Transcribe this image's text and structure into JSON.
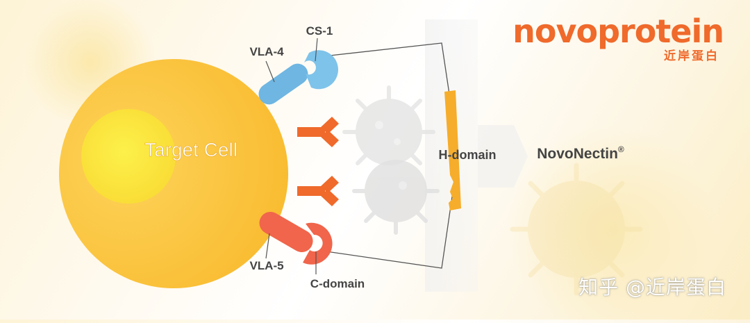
{
  "brand": {
    "name": "novoprotein",
    "name_cn": "近岸蛋白"
  },
  "watermark": "知乎 @近岸蛋白",
  "labels": {
    "target_cell": "Target Cell",
    "vla4": "VLA-4",
    "cs1": "CS-1",
    "vla5": "VLA-5",
    "c_domain": "C-domain",
    "h_domain": "H-domain",
    "product": "NovoNectin",
    "product_mark": "®"
  },
  "colors": {
    "brand": "#ef6a2b",
    "cell": "#fcc53f",
    "nucleus": "#fbe53a",
    "vla4": "#6fb6e2",
    "vla5": "#f0654b",
    "antibody": "#ef6a2b",
    "h_domain": "#f6ad2b"
  },
  "icons": [
    "target-cell-icon",
    "vla4-receptor-icon",
    "cs1-ligand-icon",
    "vla5-receptor-icon",
    "c-domain-ligand-icon",
    "antibody-y-icon",
    "virus-icon",
    "h-domain-bar-icon",
    "arrow-right-icon"
  ]
}
